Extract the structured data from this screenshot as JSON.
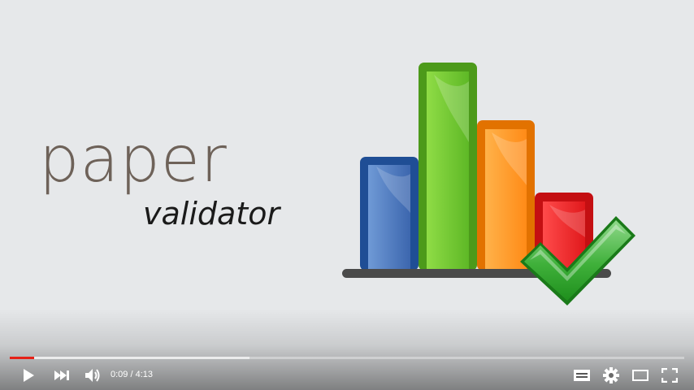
{
  "video": {
    "logo_line1": "paper",
    "logo_line2": "validator",
    "chart_colors": [
      "#3d6db5",
      "#6cc431",
      "#ff8c1a",
      "#e51c1c"
    ],
    "checkmark_color": "#2ea32a"
  },
  "player": {
    "played_fraction": 0.036,
    "buffered_fraction": 0.355,
    "time_current": "0:09",
    "time_separator": "/",
    "time_duration": "4:13",
    "accent_color": "#e62117",
    "controls": {
      "play": "play-icon",
      "next": "next-icon",
      "volume": "volume-icon",
      "captions": "captions-icon",
      "settings": "gear-icon",
      "theater": "theater-icon",
      "fullscreen": "fullscreen-icon"
    }
  }
}
